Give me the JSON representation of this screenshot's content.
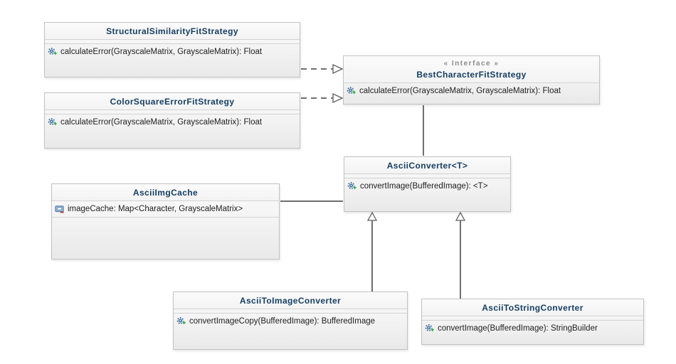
{
  "classes": {
    "structural": {
      "name": "StructuralSimilarityFitStrategy",
      "methods": [
        "calculateError(GrayscaleMatrix, GrayscaleMatrix): Float"
      ]
    },
    "colorsquare": {
      "name": "ColorSquareErrorFitStrategy",
      "methods": [
        "calculateError(GrayscaleMatrix, GrayscaleMatrix): Float"
      ]
    },
    "iface": {
      "stereotype": "« Interface »",
      "name": "BestCharacterFitStrategy",
      "methods": [
        "calculateError(GrayscaleMatrix, GrayscaleMatrix): Float"
      ]
    },
    "converter": {
      "name": "AsciiConverter<T>",
      "methods": [
        "convertImage(BufferedImage): <T>"
      ]
    },
    "cache": {
      "name": "AsciiImgCache",
      "fields": [
        "imageCache: Map<Character, GrayscaleMatrix>"
      ]
    },
    "toimage": {
      "name": "AsciiToImageConverter",
      "methods": [
        "convertImageCopy(BufferedImage): BufferedImage"
      ]
    },
    "tostring": {
      "name": "AsciiToStringConverter",
      "methods": [
        "convertImage(BufferedImage): StringBuilder"
      ]
    }
  },
  "relationships": [
    {
      "from": "StructuralSimilarityFitStrategy",
      "to": "BestCharacterFitStrategy",
      "type": "realization"
    },
    {
      "from": "ColorSquareErrorFitStrategy",
      "to": "BestCharacterFitStrategy",
      "type": "realization"
    },
    {
      "from": "BestCharacterFitStrategy",
      "to": "AsciiConverter<T>",
      "type": "association"
    },
    {
      "from": "AsciiImgCache",
      "to": "AsciiConverter<T>",
      "type": "association"
    },
    {
      "from": "AsciiToImageConverter",
      "to": "AsciiConverter<T>",
      "type": "generalization"
    },
    {
      "from": "AsciiToStringConverter",
      "to": "AsciiConverter<T>",
      "type": "generalization"
    }
  ],
  "icons": {
    "method": "gear-with-plus-icon",
    "field": "field-rect-with-dash-icon"
  },
  "colors": {
    "title_text": "#153e63",
    "stereotype_text": "#8c8c8c",
    "member_text": "#1e1e1e",
    "box_border": "#c2c2c2",
    "connector": "#6f6f6f",
    "method_icon_blue": "#3f73a3",
    "method_icon_green": "#28a03c",
    "field_icon_red": "#c94444"
  }
}
